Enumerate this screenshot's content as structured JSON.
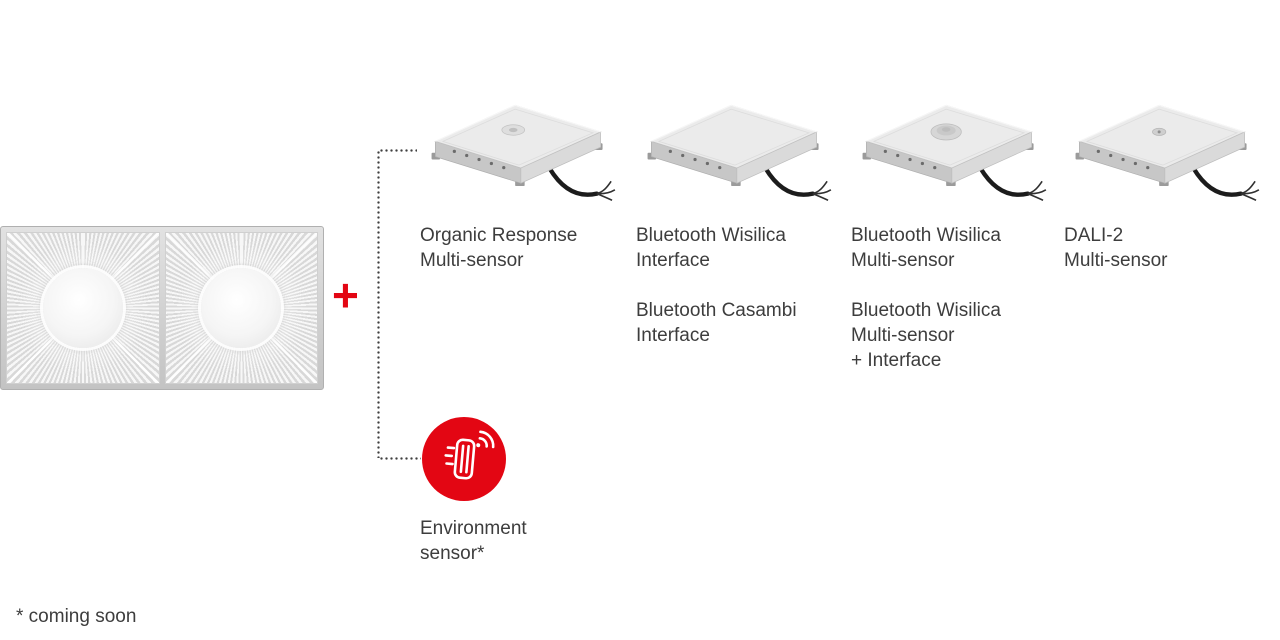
{
  "colors": {
    "accent_red": "#e30613",
    "text": "#3d3d3d",
    "background": "#ffffff"
  },
  "plus_sign": "+",
  "modules": [
    {
      "id": "organic-response-multi-sensor",
      "icon": "sensor-module-icon",
      "label": "Organic Response\nMulti-sensor"
    },
    {
      "id": "bluetooth-wisilica-interface",
      "icon": "sensor-module-icon",
      "label": "Bluetooth Wisilica\nInterface",
      "label2": "Bluetooth Casambi\nInterface"
    },
    {
      "id": "bluetooth-wisilica-multi-sensor",
      "icon": "sensor-module-dome-icon",
      "label": "Bluetooth Wisilica\nMulti-sensor",
      "label2": "Bluetooth Wisilica\nMulti-sensor\n+ Interface"
    },
    {
      "id": "dali-2-multi-sensor",
      "icon": "sensor-module-dot-icon",
      "label": "DALI-2\nMulti-sensor"
    }
  ],
  "environment_sensor": {
    "icon": "environment-sensor-icon",
    "label": "Environment\nsensor*"
  },
  "footnote": "* coming soon",
  "icons": {
    "luminaire": "luminaire-image",
    "plus": "plus-sign",
    "connector": "dotted-connector"
  }
}
